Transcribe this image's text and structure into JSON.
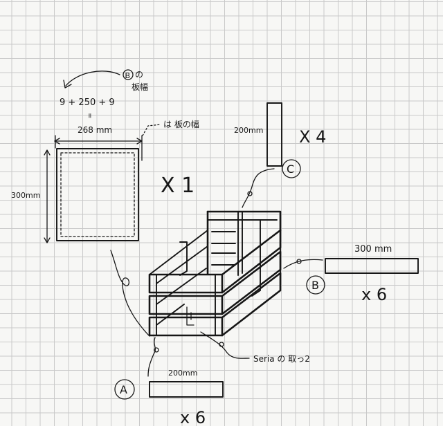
{
  "formula": {
    "top": "9 + 250 + 9",
    "equals": "=",
    "result": "268 mm"
  },
  "notes": {
    "b_board_width_marker": "B",
    "b_board_width_text_1": "の",
    "b_board_width_text_2": "板幅",
    "board_width_note": "は 板の幅",
    "screw_note": "Seria の 取っ2"
  },
  "parts": {
    "base": {
      "height_label": "300mm",
      "qty": "X 1"
    },
    "c": {
      "marker": "C",
      "length_label": "200mm",
      "qty": "X 4"
    },
    "b": {
      "marker": "B",
      "length_label": "300 mm",
      "qty": "x 6"
    },
    "a": {
      "marker": "A",
      "length_label": "200mm",
      "qty": "x 6"
    }
  }
}
